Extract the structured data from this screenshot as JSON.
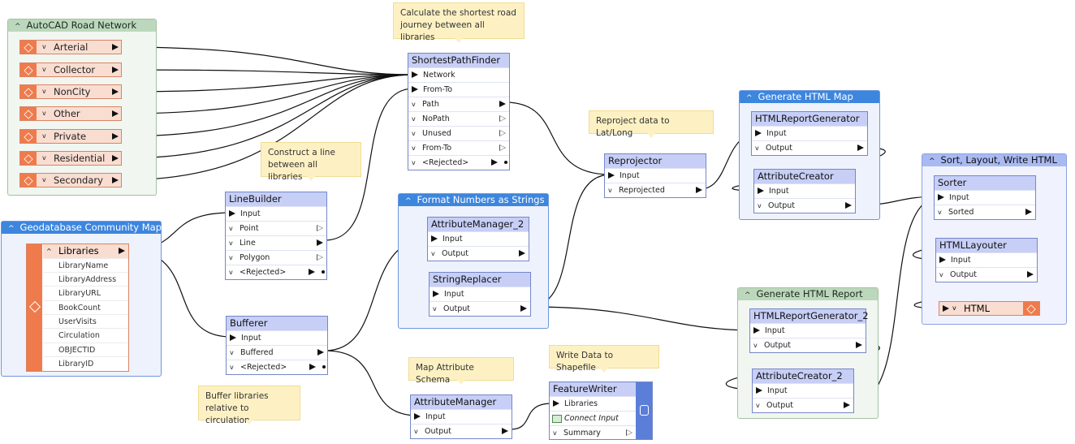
{
  "bookmarks": {
    "road": "AutoCAD Road Network",
    "geodb": "Geodatabase Community Map",
    "numbers": "Format Numbers as Strings",
    "html_map": "Generate HTML Map",
    "html_report": "Generate HTML Report",
    "sort_layout": "Sort, Layout, Write HTML"
  },
  "road_layers": [
    "Arterial",
    "Collector",
    "NonCity",
    "Other",
    "Private",
    "Residential",
    "Secondary"
  ],
  "libraries": {
    "name": "Libraries",
    "attributes": [
      "LibraryName",
      "LibraryAddress",
      "LibraryURL",
      "BookCount",
      "UserVisits",
      "Circulation",
      "OBJECTID",
      "LibraryID"
    ]
  },
  "notes": {
    "shortest": "Calculate the shortest road journey between all libraries",
    "line": "Construct a line between all libraries",
    "reproject": "Reproject data to Lat/Long",
    "buffer": "Buffer libraries relative to circulation",
    "schema": "Map Attribute Schema",
    "shapefile": "Write Data to Shapefile"
  },
  "transformers": {
    "spf": {
      "title": "ShortestPathFinder",
      "inputs": [
        "Network",
        "From-To"
      ],
      "outputs": [
        "Path",
        "NoPath",
        "Unused",
        "From-To",
        "<Rejected>"
      ]
    },
    "lb": {
      "title": "LineBuilder",
      "inputs": [
        "Input"
      ],
      "outputs": [
        "Point",
        "Line",
        "Polygon",
        "<Rejected>"
      ]
    },
    "buf": {
      "title": "Bufferer",
      "inputs": [
        "Input"
      ],
      "outputs": [
        "Buffered",
        "<Rejected>"
      ]
    },
    "am2": {
      "title": "AttributeManager_2",
      "inputs": [
        "Input"
      ],
      "outputs": [
        "Output"
      ]
    },
    "sr": {
      "title": "StringReplacer",
      "inputs": [
        "Input"
      ],
      "outputs": [
        "Output"
      ]
    },
    "am": {
      "title": "AttributeManager",
      "inputs": [
        "Input"
      ],
      "outputs": [
        "Output"
      ]
    },
    "rp": {
      "title": "Reprojector",
      "inputs": [
        "Input"
      ],
      "outputs": [
        "Reprojected"
      ]
    },
    "hrg": {
      "title": "HTMLReportGenerator",
      "inputs": [
        "Input"
      ],
      "outputs": [
        "Output"
      ]
    },
    "ac": {
      "title": "AttributeCreator",
      "inputs": [
        "Input"
      ],
      "outputs": [
        "Output"
      ]
    },
    "hrg2": {
      "title": "HTMLReportGenerator_2",
      "inputs": [
        "Input"
      ],
      "outputs": [
        "Output"
      ]
    },
    "ac2": {
      "title": "AttributeCreator_2",
      "inputs": [
        "Input"
      ],
      "outputs": [
        "Output"
      ]
    },
    "sorter": {
      "title": "Sorter",
      "inputs": [
        "Input"
      ],
      "outputs": [
        "Sorted"
      ]
    },
    "hl": {
      "title": "HTMLLayouter",
      "inputs": [
        "Input"
      ],
      "outputs": [
        "Output"
      ]
    }
  },
  "feature_writer": {
    "title": "FeatureWriter",
    "input": "Libraries",
    "connect": "Connect Input",
    "output": "Summary"
  },
  "html_writer": "HTML",
  "colors": {
    "wire": "#111111",
    "reader": "#ef7b4c",
    "transformer_header": "#c7cff7",
    "bookmark_blue": "#3d86de",
    "note": "#fdf1c4"
  }
}
